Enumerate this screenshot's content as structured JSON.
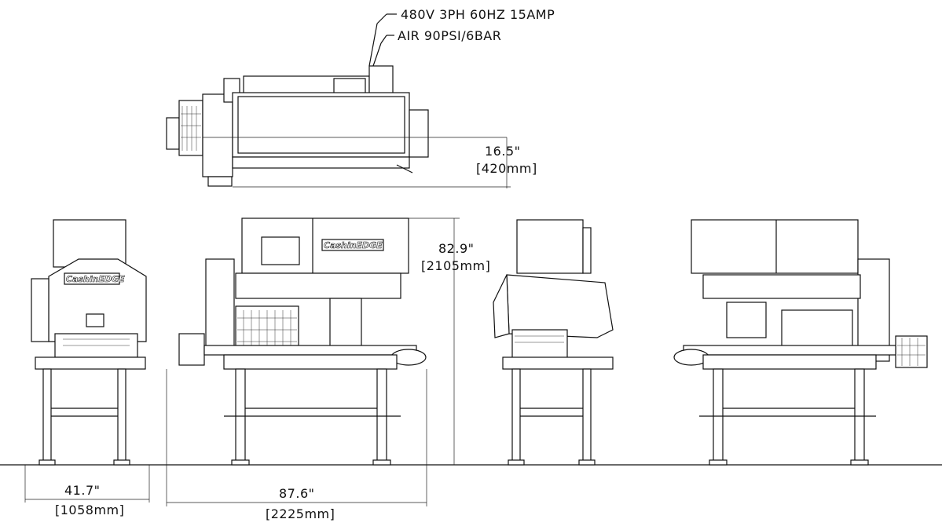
{
  "callouts": {
    "power": "480V 3PH 60HZ 15AMP",
    "air": "AIR 90PSI/6BAR"
  },
  "dimensions": {
    "depth_top": {
      "imperial": "16.5\"",
      "metric": "[420mm]"
    },
    "height": {
      "imperial": "82.9\"",
      "metric": "[2105mm]"
    },
    "width_front": {
      "imperial": "41.7\"",
      "metric": "[1058mm]"
    },
    "length_side": {
      "imperial": "87.6\"",
      "metric": "[2225mm]"
    }
  },
  "logo": "CashinEDGE",
  "colors": {
    "line": "#111111",
    "background": "#ffffff"
  }
}
